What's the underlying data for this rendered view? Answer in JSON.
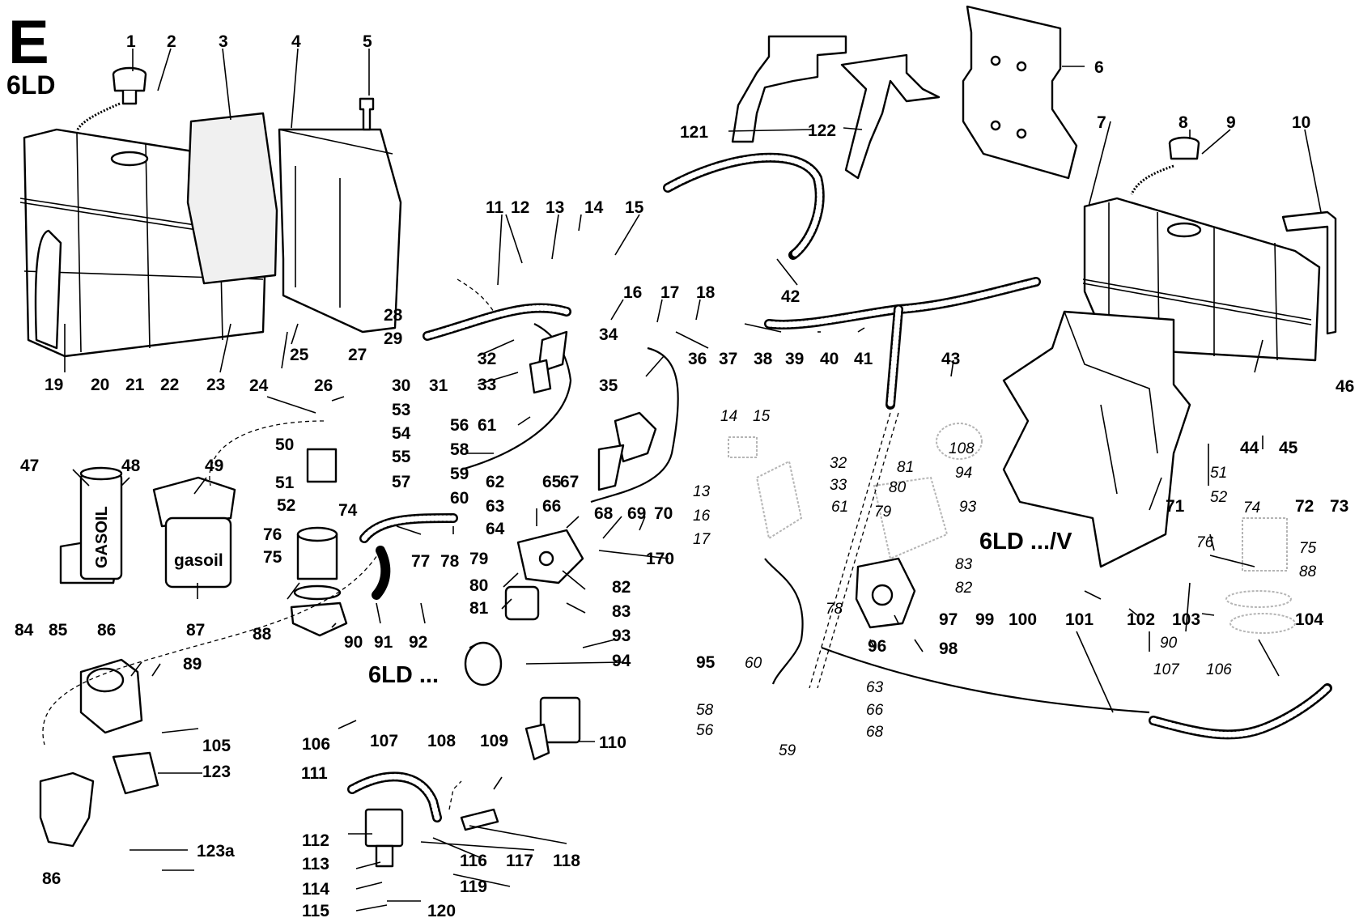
{
  "header": {
    "section_letter": "E",
    "engine_model": "6LD"
  },
  "variants": {
    "standard": "6LD ...",
    "vertical": "6LD .../V"
  },
  "text_on_parts": {
    "filter_label_47": "GASOIL",
    "filter_label_87": "gasoil"
  },
  "callouts": {
    "main": [
      "1",
      "2",
      "3",
      "4",
      "5",
      "6",
      "7",
      "8",
      "9",
      "10",
      "11",
      "12",
      "13",
      "14",
      "15",
      "16",
      "17",
      "18",
      "19",
      "20",
      "21",
      "22",
      "23",
      "24",
      "25",
      "26",
      "27",
      "28",
      "29",
      "30",
      "31",
      "32",
      "33",
      "34",
      "35",
      "36",
      "37",
      "38",
      "39",
      "40",
      "41",
      "42",
      "43",
      "44",
      "45",
      "46",
      "47",
      "48",
      "49",
      "50",
      "51",
      "52",
      "53",
      "54",
      "55",
      "56",
      "57",
      "58",
      "59",
      "60",
      "61",
      "62",
      "63",
      "64",
      "65",
      "66",
      "67",
      "68",
      "69",
      "70",
      "170",
      "71",
      "72",
      "73",
      "74",
      "75",
      "76",
      "77",
      "78",
      "79",
      "80",
      "81",
      "82",
      "83",
      "84",
      "85",
      "86",
      "87",
      "88",
      "89",
      "90",
      "91",
      "92",
      "93",
      "94",
      "95",
      "96",
      "97",
      "98",
      "99",
      "100",
      "101",
      "102",
      "103",
      "104",
      "105",
      "106",
      "107",
      "108",
      "109",
      "110",
      "111",
      "112",
      "113",
      "114",
      "115",
      "116",
      "117",
      "118",
      "119",
      "120",
      "121",
      "122",
      "123",
      "123a",
      "86"
    ],
    "ghost": [
      "14",
      "15",
      "13",
      "16",
      "17",
      "32",
      "33",
      "61",
      "108",
      "81",
      "80",
      "94",
      "93",
      "79",
      "83",
      "82",
      "78",
      "60",
      "58",
      "56",
      "59",
      "63",
      "66",
      "68",
      "51",
      "52",
      "74",
      "76",
      "75",
      "88",
      "90",
      "107",
      "106"
    ]
  }
}
